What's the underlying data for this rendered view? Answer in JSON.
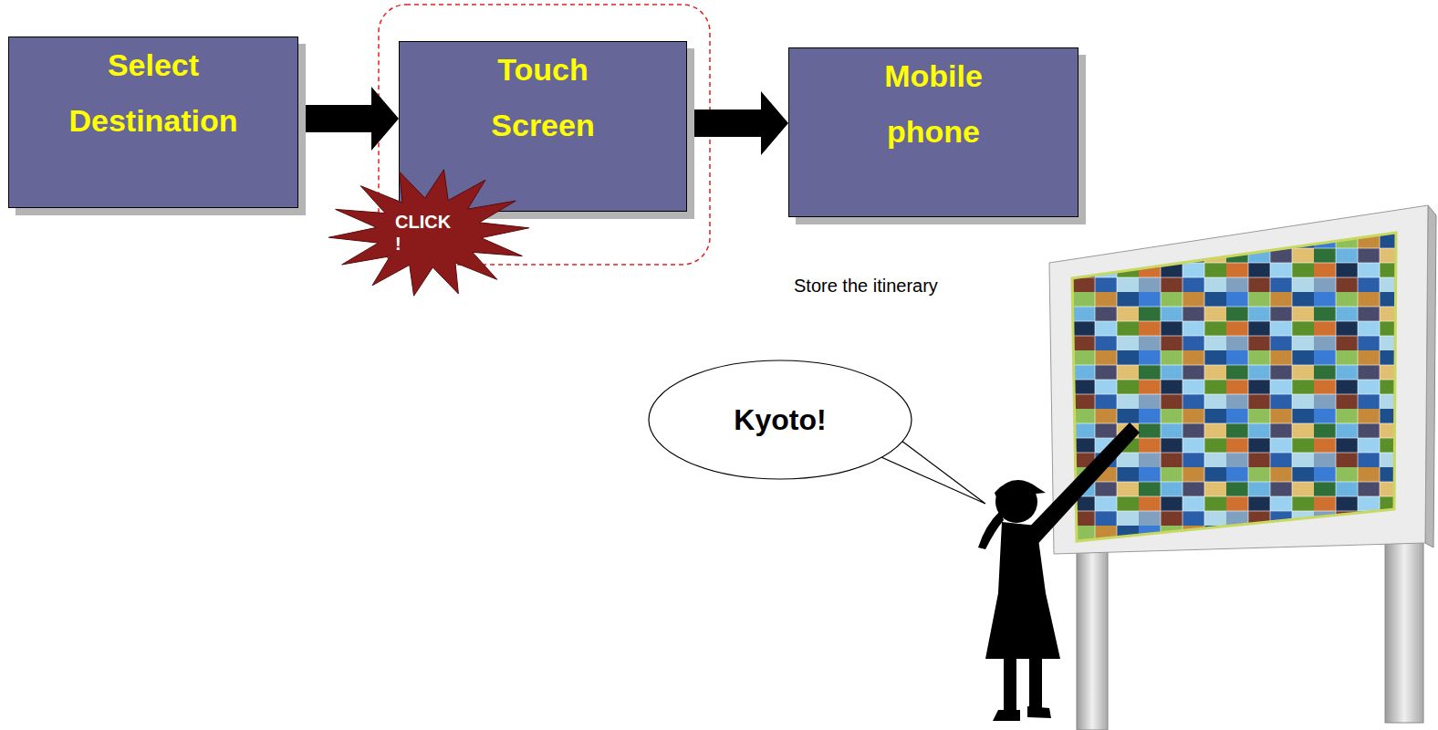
{
  "diagram": {
    "nodes": [
      {
        "text": [
          "Select Destination"
        ]
      },
      {
        "text": [
          "Touch Screen"
        ]
      },
      {
        "text": [
          "CLICK !"
        ]
      },
      {
        "text": [
          "Mobile phone"
        ]
      },
      {
        "text": [
          "Kyoto!"
        ]
      }
    ],
    "edges": [
      {
        "from": 0,
        "to": 1,
        "arrow": "to"
      },
      {
        "from": 1,
        "to": 3,
        "arrow": "to"
      }
    ],
    "labels": [
      "Store the itinerary"
    ]
  }
}
